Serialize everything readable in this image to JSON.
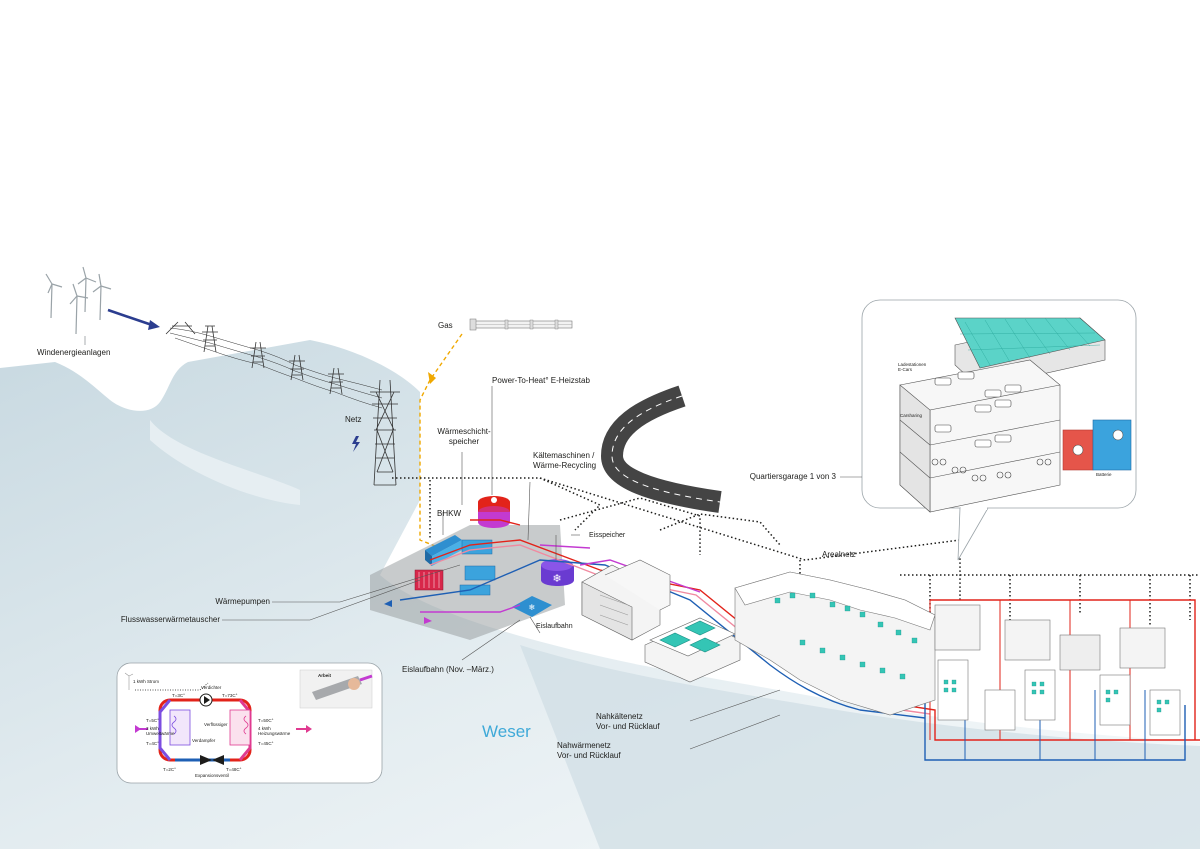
{
  "labels": {
    "wind": "Windenergieanlagen",
    "grid": "Netz",
    "gas": "Gas",
    "p2h": "Power-To-Heat° E-Heizstab",
    "storage_l1": "Wärmeschicht-",
    "storage_l2": "speicher",
    "chillers_l1": "Kältemaschinen /",
    "chillers_l2": "Wärme-Recycling",
    "bhkw": "BHKW",
    "ice_storage": "Eisspeicher",
    "heat_pumps": "Wärmepumpen",
    "river_exchanger": "Flusswasserwärmetauscher",
    "ice_rink": "Eislaufbahn",
    "ice_rink_season": "Eislaufbahn (Nov. –März.)",
    "garage": "Quartiersgarage 1 von 3",
    "area_net": "Arealnetz",
    "cold_net_l1": "Nahkältenetz",
    "cold_net_l2": "Vor- und Rücklauf",
    "heat_net_l1": "Nahwärmenetz",
    "heat_net_l2": "Vor- und Rücklauf",
    "river": "Weser"
  },
  "garage_detail": {
    "charging_l1": "Ladestationen",
    "charging_l2": "E-Cars",
    "carsharing": "Carsharing",
    "battery": "Batterie"
  },
  "heat_pump_detail": {
    "power_in": "1 kWh Strom",
    "compressor": "Verdichter",
    "env_heat_l1": "3 kWh",
    "env_heat_l2": "Umweltwärme",
    "heating_l1": "4 kWh",
    "heating_l2": "Heizungswärme",
    "condenser": "Verflüssiger",
    "evaporator": "Verdampfer",
    "expansion_valve": "Expansionsventil",
    "t_tl": "T=3C°",
    "t_tr": "T=73C°",
    "t_ml1": "T=5C°",
    "t_ml2": "T=4C°",
    "t_mr1": "T=50C°",
    "t_mr2": "T=45C°",
    "t_bl": "T=2C°",
    "t_br": "T=48C°",
    "photo_caption": "Arbeit"
  },
  "colors": {
    "water": "#d6e4ea",
    "heat_line": "#e2231a",
    "cold_line": "#1e5fb4",
    "return_line": "#c33ad1",
    "grid_line": "#2b3d8f",
    "gas_line": "#f0a800",
    "accent_text": "#3fa9d8"
  }
}
